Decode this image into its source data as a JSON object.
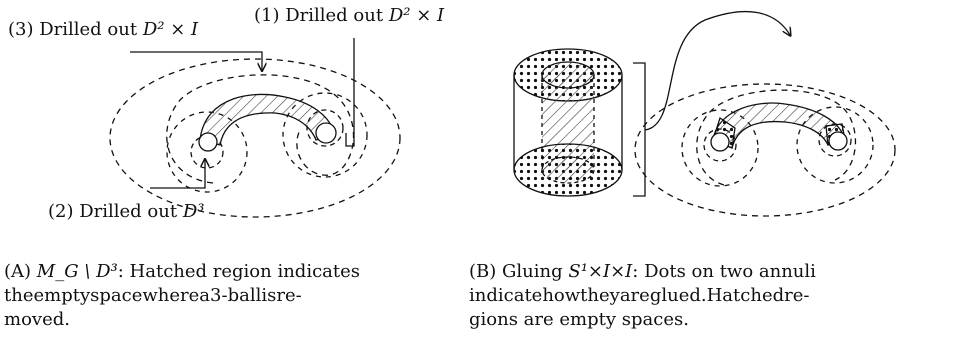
{
  "labels": {
    "drilled_3_prefix": "(3) Drilled out",
    "drilled_1_prefix": "(1) Drilled out",
    "drilled_2_prefix": "(2) Drilled out",
    "math_D2xI": "D² × I",
    "math_D3": "D³"
  },
  "captions": {
    "a": {
      "tag": "(A)",
      "math": "M_G \\ D³",
      "line1_rest": ": Hatched region indicates",
      "line2_words": [
        "the",
        "empty",
        "space",
        "where",
        "a",
        "3-ball",
        "is",
        "re-"
      ],
      "line3": "moved."
    },
    "b": {
      "tag": "(B)",
      "line1_prefix": "Gluing",
      "math": "S¹×I×I",
      "line1_rest": ": Dots on two annuli",
      "line2_words": [
        "indicate",
        "how",
        "they",
        "are",
        "glued.",
        "Hatched",
        "re-"
      ],
      "line3": "gions are empty spaces."
    }
  },
  "colors": {
    "ink": "#111111",
    "dot_fill": "#ffffff"
  }
}
